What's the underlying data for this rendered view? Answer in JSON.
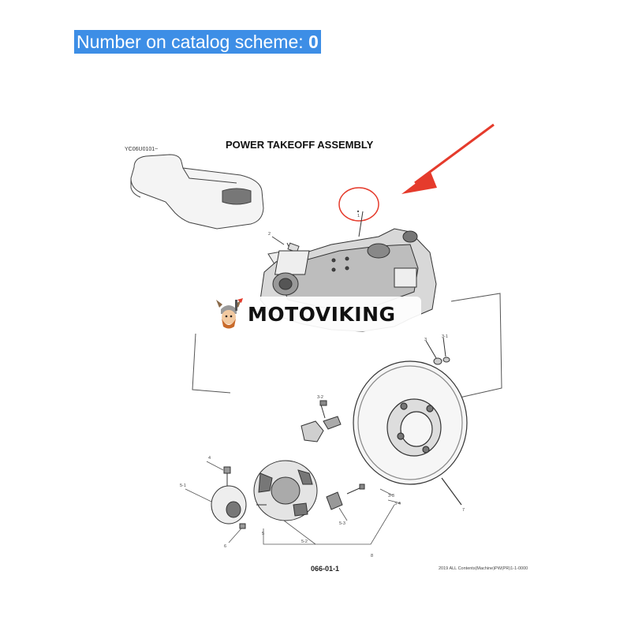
{
  "header": {
    "catalog_label": "Number on catalog scheme:",
    "catalog_number": "0"
  },
  "diagram": {
    "title": "POWER TAKEOFF ASSEMBLY",
    "ref_code": "YC06U0101~",
    "figure_id": "066-01-1",
    "footnote": "2019 ALL Contents(Machine)PW(PR)1-1-0000",
    "callouts": [
      "1",
      "2",
      "3",
      "3-1",
      "3-2",
      "3-3",
      "3-4",
      "4",
      "5",
      "5-1",
      "5-2",
      "5-3",
      "6",
      "7",
      "8"
    ]
  },
  "watermark": {
    "brand": "MOTOVIKING"
  },
  "colors": {
    "label_bg": "#3d8ee6",
    "label_text": "#ffffff",
    "arrow": "#e53b2c",
    "circle": "#e53b2c",
    "line": "#333333"
  }
}
